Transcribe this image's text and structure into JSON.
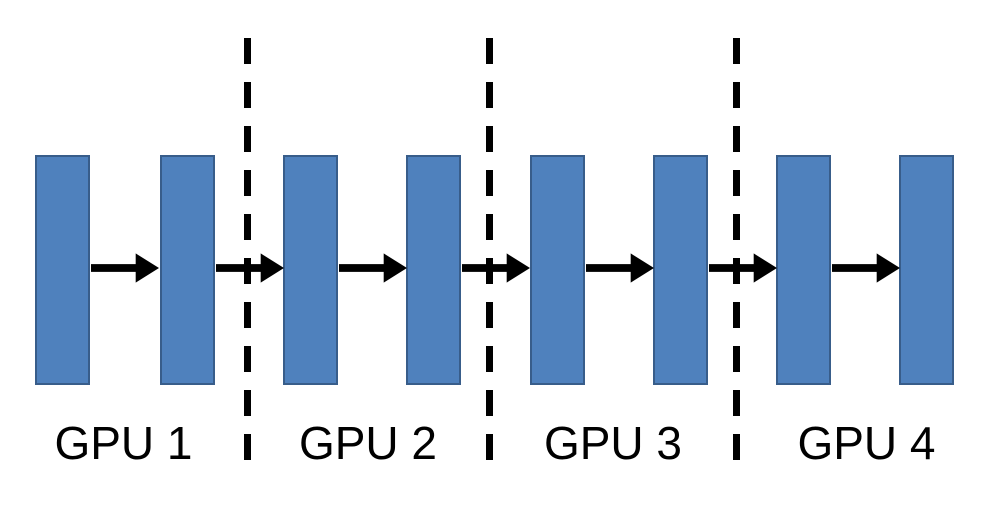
{
  "diagram": {
    "gpus": [
      {
        "label": "GPU 1"
      },
      {
        "label": "GPU 2"
      },
      {
        "label": "GPU 3"
      },
      {
        "label": "GPU 4"
      }
    ],
    "layer_block_count": 8,
    "layers_per_gpu": 2,
    "arrow_count": 7,
    "divider_count": 3,
    "colors": {
      "background": "#ffffff",
      "layer_fill": "#4f81bd",
      "layer_border": "#385d8a",
      "arrow": "#000000",
      "divider": "#000000",
      "label_text": "#000000"
    }
  }
}
